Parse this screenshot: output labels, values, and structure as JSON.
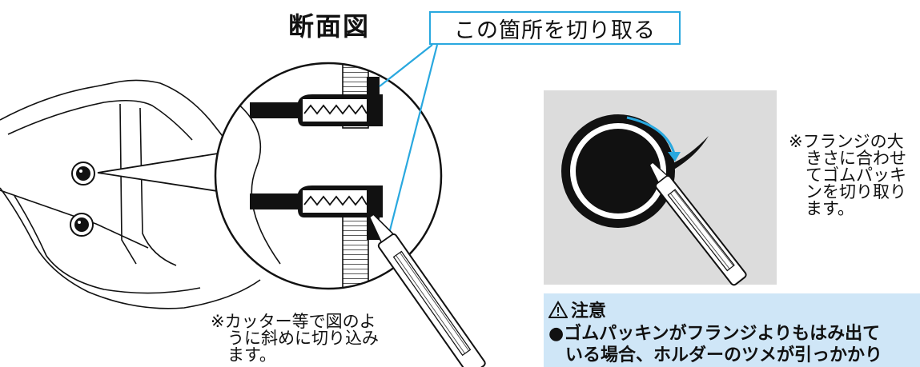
{
  "title": "断面図",
  "callout": {
    "label": "この箇所を切り取る"
  },
  "note_left": {
    "lines": [
      "※カッター等で図のよ",
      "うに斜めに切り込み",
      "ます。"
    ]
  },
  "note_right": {
    "lines": [
      "※フランジの大",
      "きさに合わせ",
      "てゴムパッキ",
      "ンを切り取り",
      "ます。"
    ]
  },
  "caution": {
    "icon": "warning-triangle-icon",
    "heading": "注意",
    "lines": [
      "●ゴムパッキンがフランジよりもはみ出て",
      "いる場合、ホルダーのツメが引っかかり"
    ]
  },
  "colors": {
    "callout_border": "#29a8df",
    "caution_bg": "#cfe6f7",
    "photo_bg": "#dcdcdc",
    "arrow": "#29a8df"
  }
}
